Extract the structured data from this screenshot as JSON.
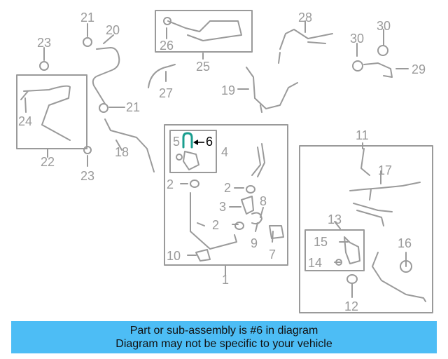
{
  "callouts": {
    "c1": "1",
    "c2a": "2",
    "c2b": "2",
    "c2c": "2",
    "c3": "3",
    "c4": "4",
    "c5": "5",
    "c6": "6",
    "c7": "7",
    "c8": "8",
    "c9": "9",
    "c10": "10",
    "c11": "11",
    "c12": "12",
    "c13": "13",
    "c14": "14",
    "c15": "15",
    "c16": "16",
    "c17": "17",
    "c18": "18",
    "c19": "19",
    "c20": "20",
    "c21a": "21",
    "c21b": "21",
    "c22": "22",
    "c23a": "23",
    "c23b": "23",
    "c24": "24",
    "c25": "25",
    "c26": "26",
    "c27": "27",
    "c28": "28",
    "c29": "29",
    "c30": "30"
  },
  "banner": {
    "line1": "Part or sub-assembly is #6 in diagram",
    "line2": "Diagram may not be specific to your vehicle"
  },
  "colors": {
    "line": "#9a9a9a",
    "highlight_part": "#1a9e8f",
    "banner_bg": "#4dbdf5"
  }
}
